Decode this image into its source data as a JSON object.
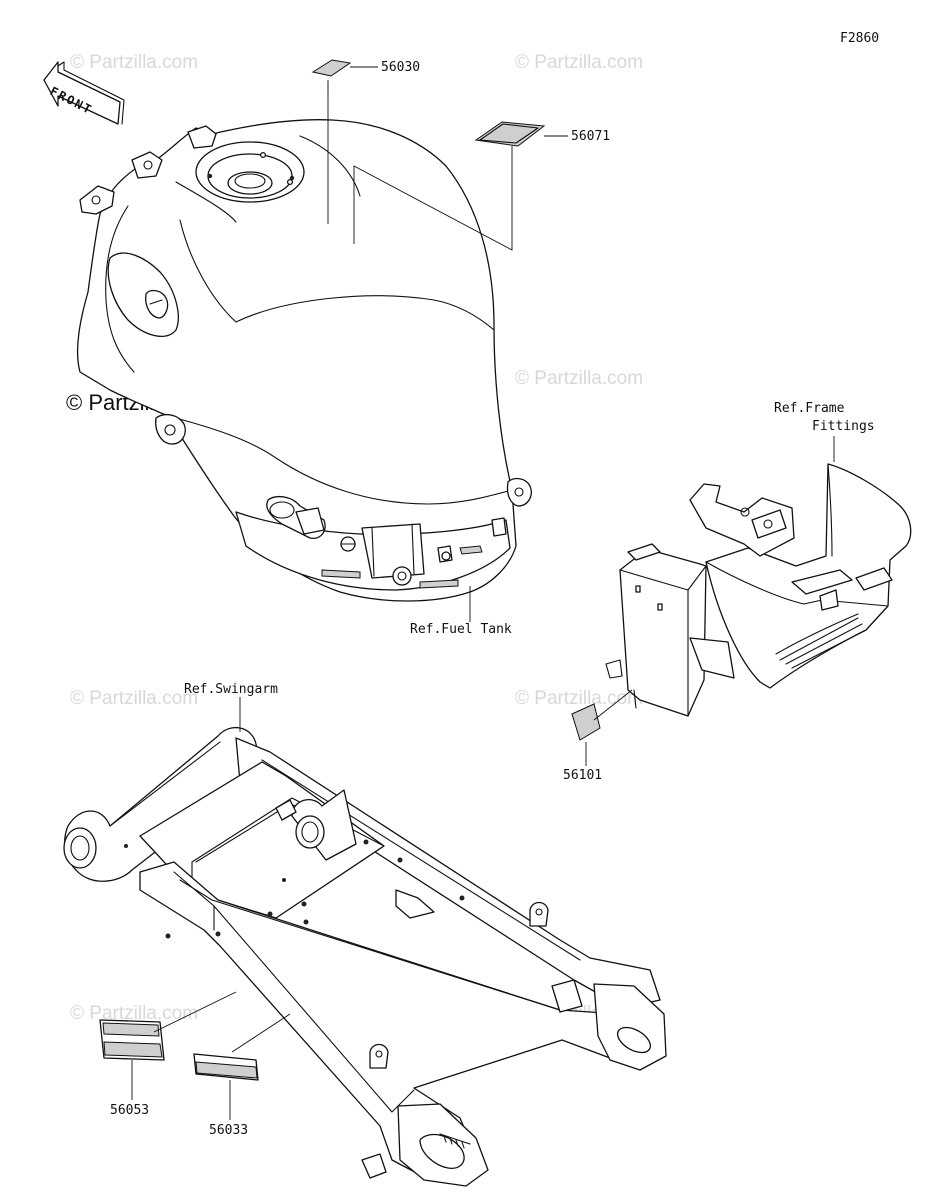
{
  "figure_code": "F2860",
  "front_label": "FRONT",
  "watermark": "© Partzilla.com",
  "watermark_main": "© Partzilla.com",
  "parts": [
    {
      "number": "56030"
    },
    {
      "number": "56071"
    },
    {
      "number": "56101"
    },
    {
      "number": "56053"
    },
    {
      "number": "56033"
    }
  ],
  "references": {
    "fuel_tank": "Ref.Fuel Tank",
    "frame_fittings_line1": "Ref.Frame",
    "frame_fittings_line2": "Fittings",
    "swingarm": "Ref.Swingarm"
  }
}
